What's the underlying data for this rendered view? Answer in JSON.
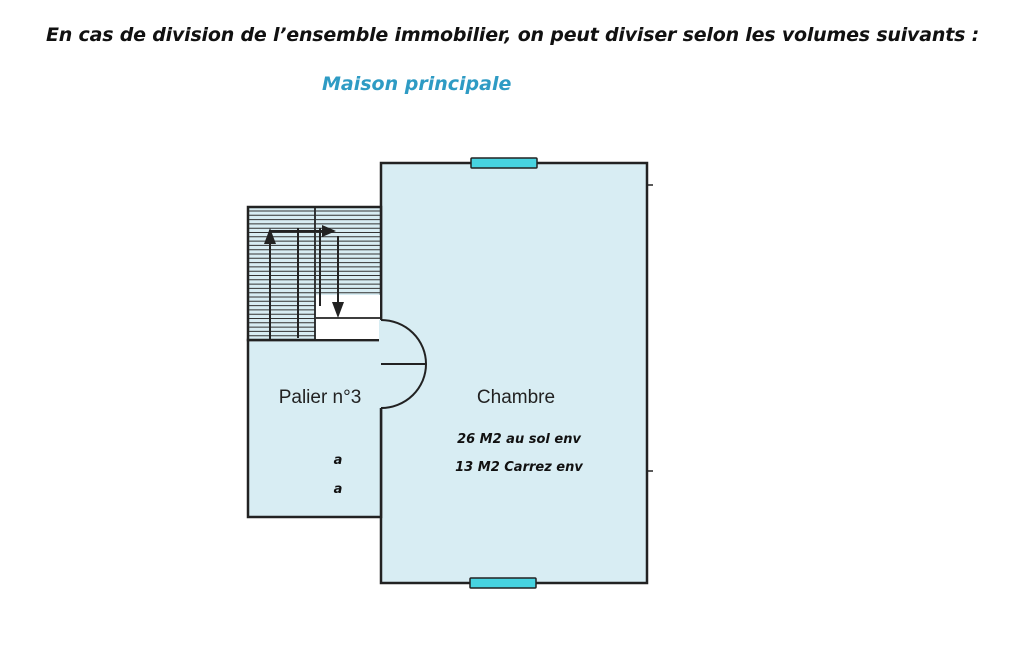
{
  "heading": "En cas de division de l’ensemble immobilier,  on peut diviser selon les volumes suivants :",
  "subtitle": "Maison principale",
  "colors": {
    "subtitle": "#2e9bc4",
    "room_fill": "#d8edf3",
    "wall": "#222222",
    "window": "#47d3e0"
  },
  "rooms": {
    "palier": {
      "name": "Palier n°3",
      "marks": [
        "a",
        "a"
      ]
    },
    "chambre": {
      "name": "Chambre",
      "area_floor": "26 M2  au sol env",
      "area_carrez": "13 M2  Carrez env"
    }
  },
  "icons": {
    "stairs": "stair-treads-with-arrows",
    "door": "door-swing-arc",
    "window": "window-marker"
  }
}
